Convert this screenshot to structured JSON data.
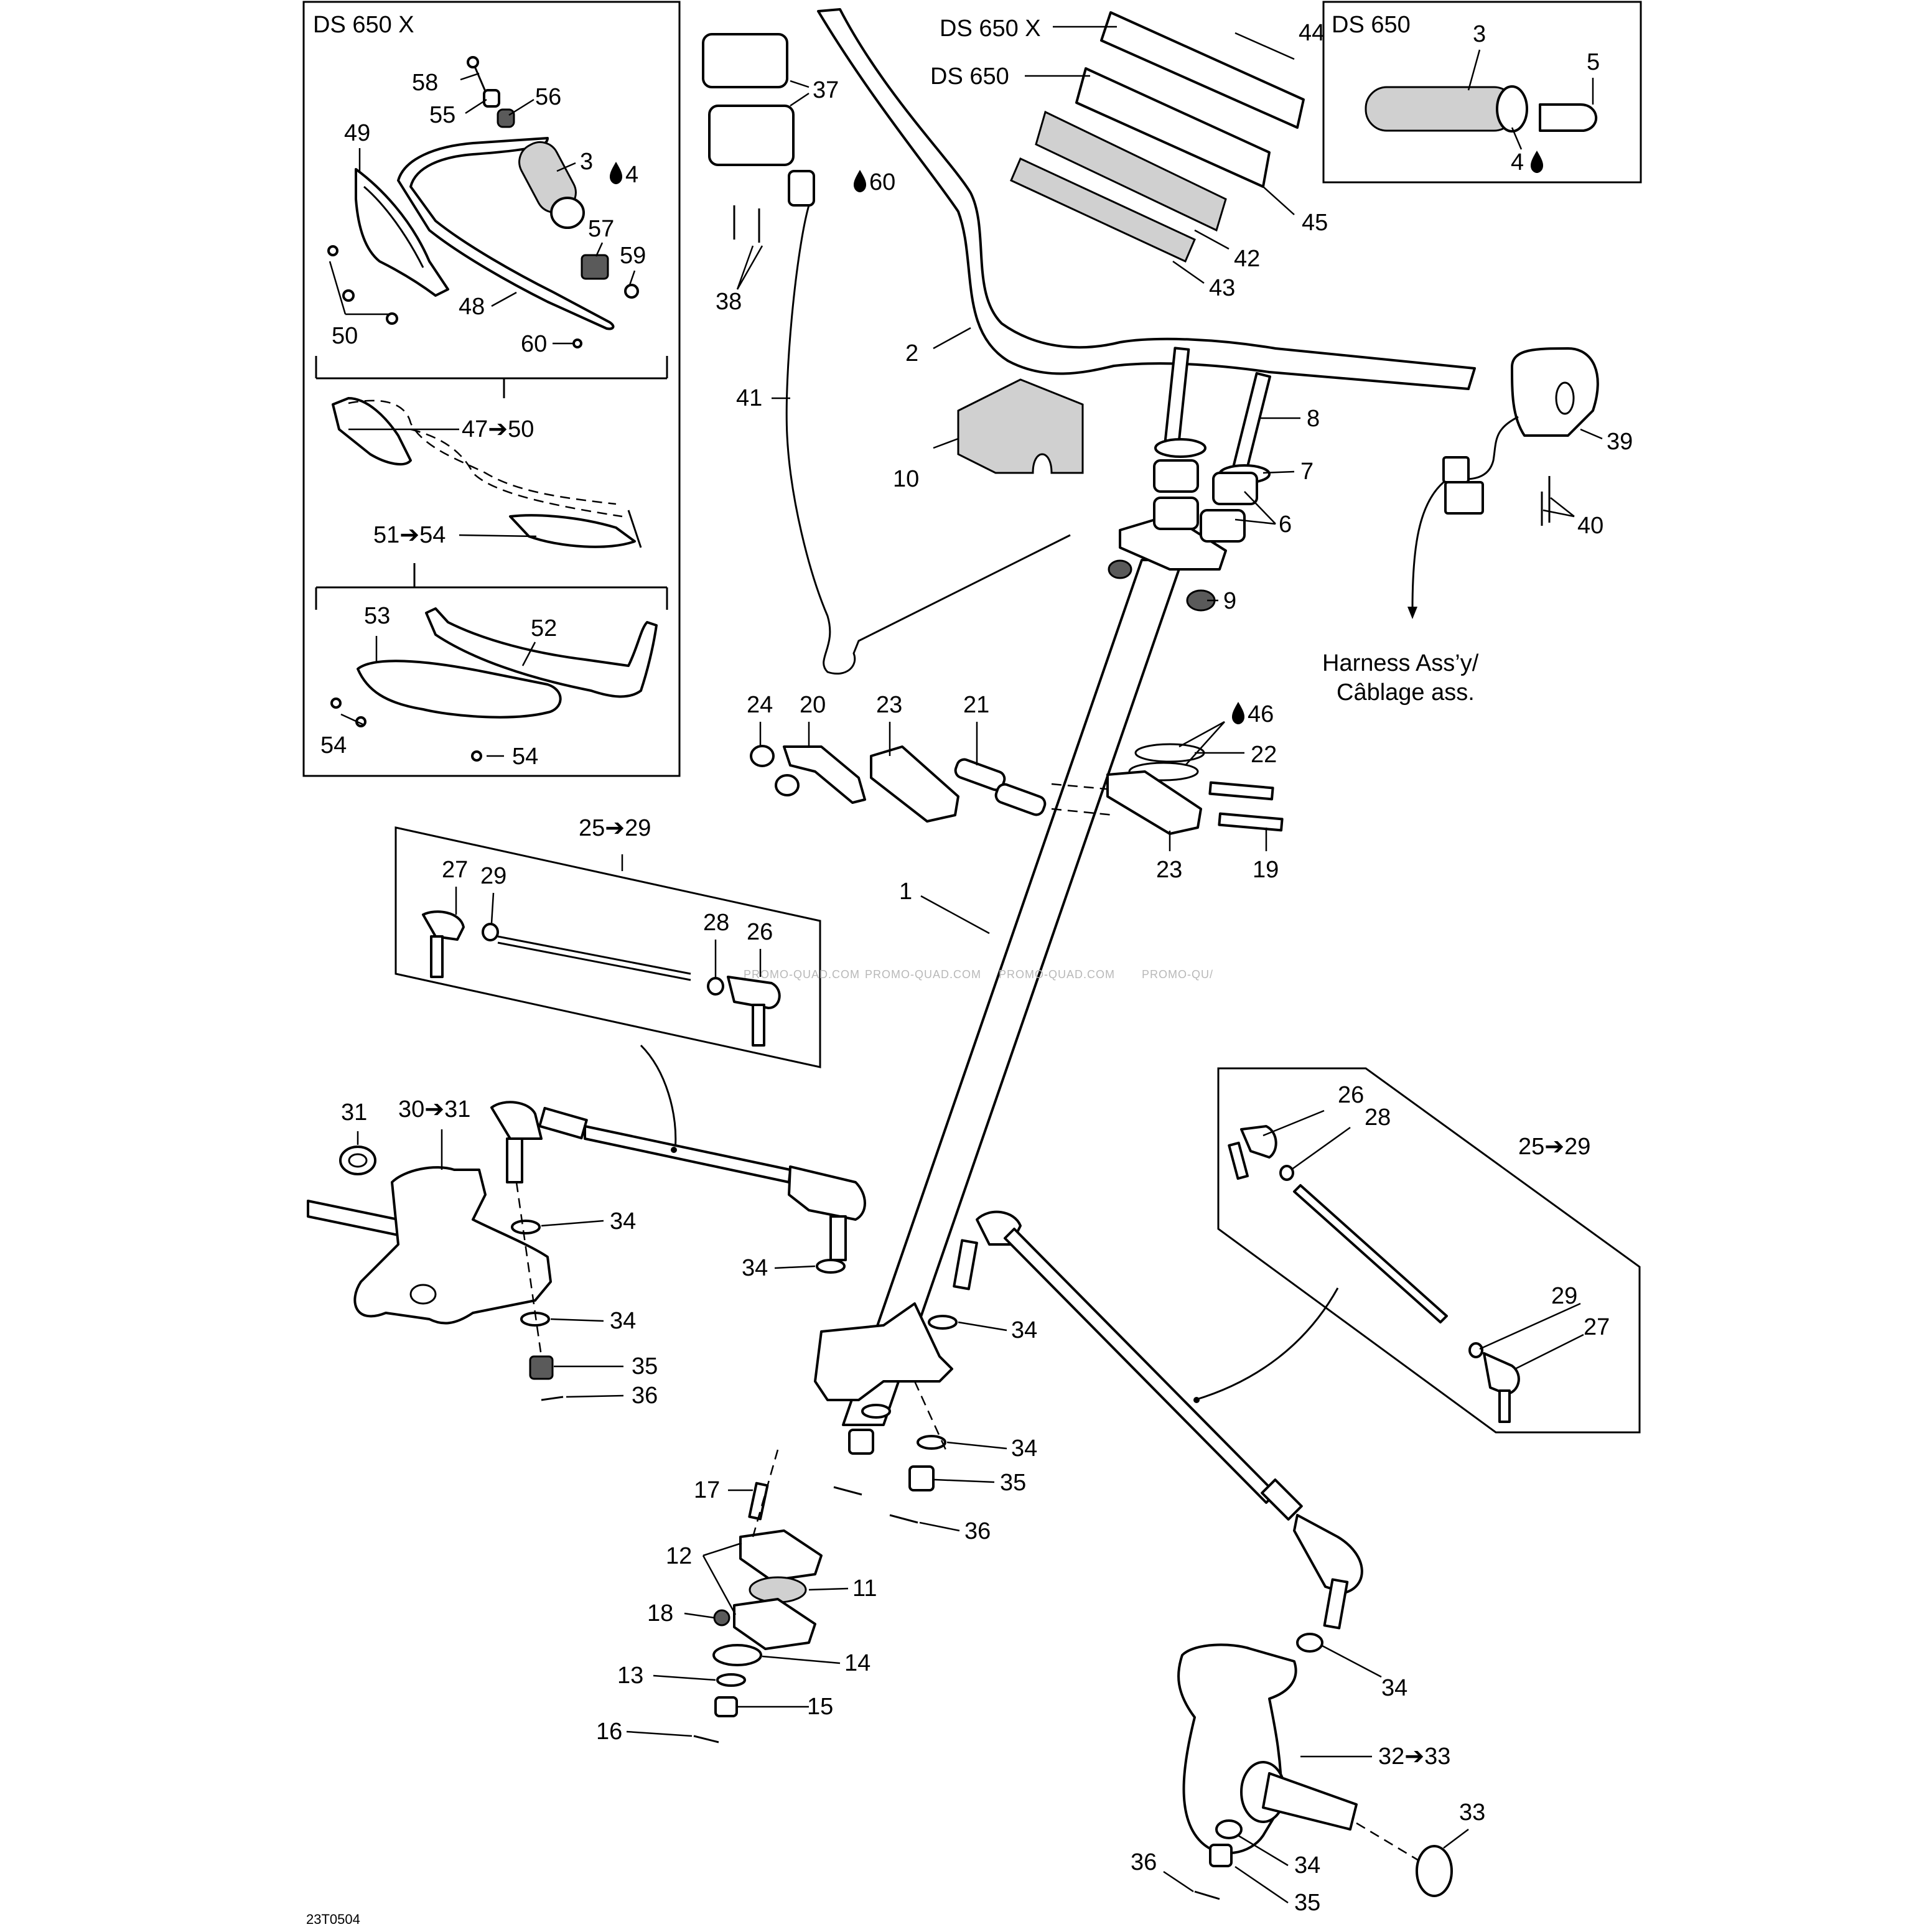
{
  "variants": {
    "ds650x_box": "DS 650 X",
    "ds650_box": "DS 650",
    "grip_ds650x": "DS 650 X",
    "grip_ds650": "DS 650"
  },
  "harness_note": [
    "Harness Ass’y/",
    "Câblage ass."
  ],
  "watermarks": [
    "PROMO-QUAD.COM",
    "PROMO-QUAD.COM",
    "PROMO-QUAD.COM",
    "PROMO-QU/"
  ],
  "drawing_number": "23T0504",
  "callouts": {
    "c58": "58",
    "c55": "55",
    "c56": "56",
    "c49": "49",
    "c3a": "3",
    "c4a": "4",
    "c57": "57",
    "c59": "59",
    "c48": "48",
    "c50": "50",
    "c60a": "60",
    "c47_50": "47➔50",
    "c51_54": "51➔54",
    "c53": "53",
    "c52": "52",
    "c54a": "54",
    "c54b": "54",
    "c37": "37",
    "c60b": "60",
    "c38": "38",
    "c41": "41",
    "c2": "2",
    "c10": "10",
    "c44": "44",
    "c45": "45",
    "c42": "42",
    "c43": "43",
    "c3b": "3",
    "c5": "5",
    "c4b": "4",
    "c39": "39",
    "c40": "40",
    "c8": "8",
    "c7": "7",
    "c6": "6",
    "c9": "9",
    "c46": "46",
    "c22": "22",
    "c24": "24",
    "c20": "20",
    "c23a": "23",
    "c21": "21",
    "c23b": "23",
    "c19": "19",
    "c25_29a": "25➔29",
    "c27a": "27",
    "c29a": "29",
    "c28a": "28",
    "c26a": "26",
    "c1": "1",
    "c31": "31",
    "c30_31": "30➔31",
    "c34a": "34",
    "c34b": "34",
    "c34c": "34",
    "c35a": "35",
    "c36a": "36",
    "c34d": "34",
    "c34e": "34",
    "c35b": "35",
    "c36b": "36",
    "c17": "17",
    "c12": "12",
    "c11": "11",
    "c18": "18",
    "c14": "14",
    "c13": "13",
    "c15": "15",
    "c16": "16",
    "c26b": "26",
    "c28b": "28",
    "c25_29b": "25➔29",
    "c29b": "29",
    "c27b": "27",
    "c34f": "34",
    "c32_33": "32➔33",
    "c33": "33",
    "c36c": "36",
    "c34g": "34",
    "c35c": "35"
  }
}
